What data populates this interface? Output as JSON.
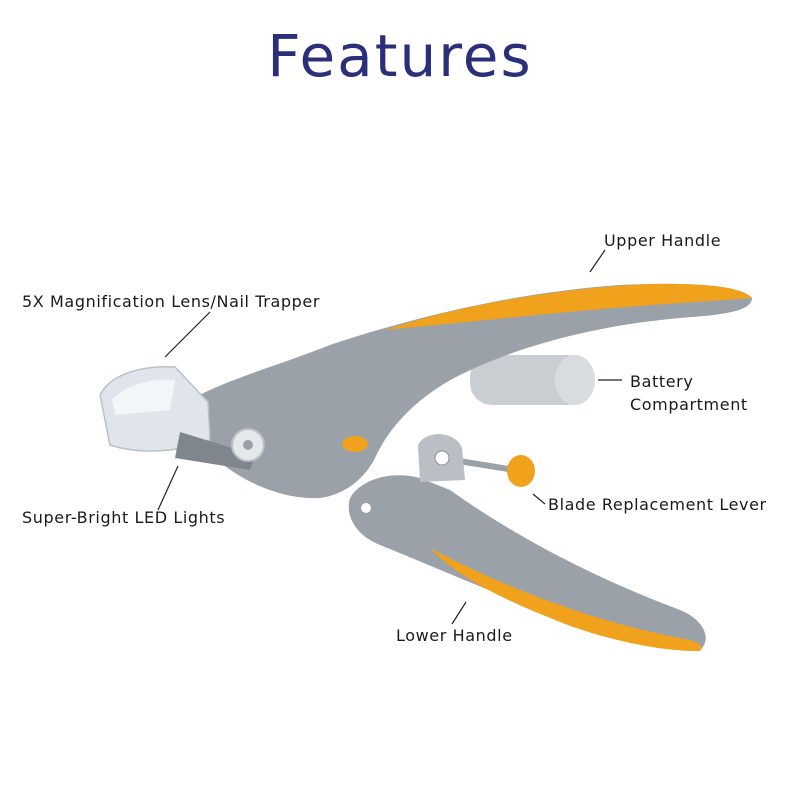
{
  "title": "Features",
  "colors": {
    "title": "#2b2f7a",
    "body_gray": "#9aa1a8",
    "body_gray_light": "#b9bfc5",
    "body_gray_dark": "#7f868d",
    "accent_orange": "#f0a21c",
    "lens": "#dfe5ea"
  },
  "callouts": {
    "upper_handle": "Upper Handle",
    "magnifier": "5X Magnification Lens/Nail Trapper",
    "battery": [
      "Battery",
      "Compartment"
    ],
    "led": "Super-Bright LED Lights",
    "blade_lever": "Blade Replacement Lever",
    "lower_handle": "Lower Handle"
  }
}
